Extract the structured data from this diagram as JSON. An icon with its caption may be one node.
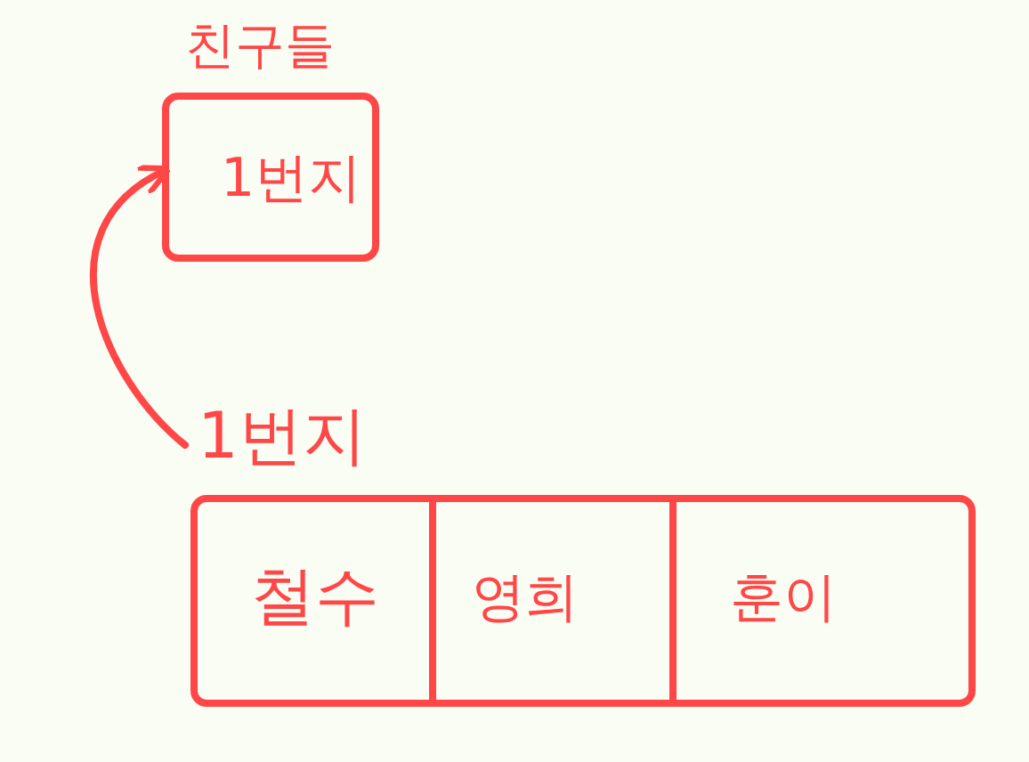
{
  "diagram": {
    "nodes": [
      {
        "text": [
          "친구들",
          "1번지"
        ]
      },
      {
        "text": [
          "1번지"
        ]
      },
      {
        "text": [
          "철수"
        ],
        "in": 1
      },
      {
        "text": [
          "영희"
        ],
        "in": 1
      },
      {
        "text": [
          "훈이"
        ],
        "in": 1
      }
    ],
    "edges": [
      {
        "from": 1,
        "to": 0,
        "arrow": "to"
      }
    ]
  }
}
